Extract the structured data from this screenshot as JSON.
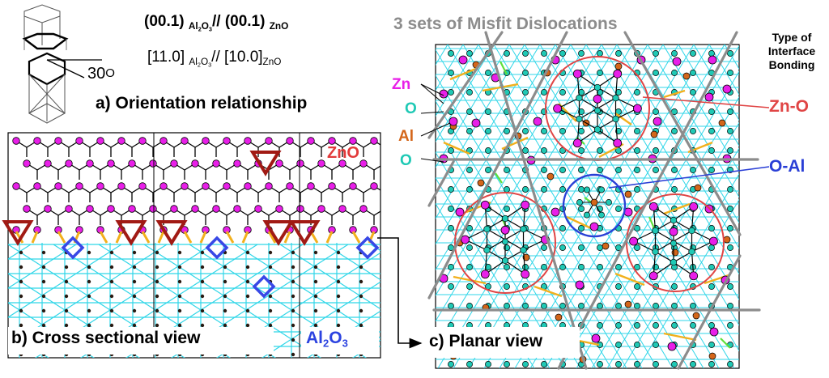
{
  "colors": {
    "zn": "#e81fe8",
    "o": "#1fc9b5",
    "al": "#d4661a",
    "lattice_cyan": "#2fd6e8",
    "zno_label": "#e23a3a",
    "al2o3_label": "#2c43e0",
    "triangle": "#a11a14",
    "diamond": "#3848e6",
    "circle_red": "#e04545",
    "circle_blue": "#2a3fd6",
    "dislocation": "#8c8c8c",
    "bond_orange": "#f2b01c",
    "bond_green": "#5ee03a"
  },
  "panel_a": {
    "epitaxy_plane_line": {
      "part1": "(00.1)",
      "sub1": "Al",
      "sub2": "2",
      "sub3": "O",
      "sub4": "3",
      "sep": "// (00.1)",
      "sub5": "ZnO"
    },
    "epitaxy_dir_line": {
      "part1": "[11.0]",
      "sub1": "Al",
      "sub2": "2",
      "sub3": "O",
      "sub4": "3",
      "sep": "// [10.0]",
      "sub5": "ZnO"
    },
    "angle_label": "30",
    "angle_unit": "O",
    "caption": "a) Orientation relationship"
  },
  "panel_b": {
    "zno_label": "ZnO",
    "substrate_label_a": "Al",
    "substrate_label_b": "2",
    "substrate_label_c": "O",
    "substrate_label_d": "3",
    "caption": "b) Cross sectional view"
  },
  "panel_c": {
    "title": "3 sets of Misfit Dislocations",
    "bonding_title_1": "Type of",
    "bonding_title_2": "Interface",
    "bonding_title_3": "Bonding",
    "legend": {
      "zn": "Zn",
      "o1": "O",
      "al": "Al",
      "o2": "O"
    },
    "zn_o_label": "Zn-O",
    "o_al_label": "O-Al",
    "caption": "c) Planar view"
  }
}
